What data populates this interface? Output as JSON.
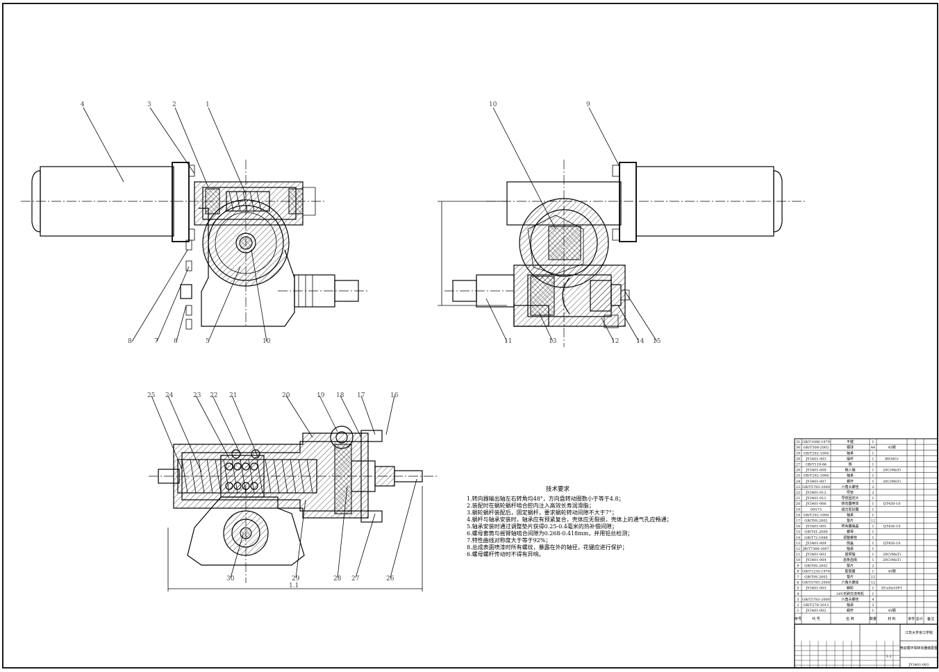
{
  "drawing": {
    "tech_title": "技术要求",
    "tech_lines": [
      "1.转向器输出轴左右转角均48°，方向盘转动圈数小于等于4.8；",
      "2.装配时在蜗轮蜗杆啮合腔内注入高效长寿润滑脂；",
      "3.蜗轮蜗杆装配后，固定蜗杆，要求蜗轮转动间隙不大于7°；",
      "4.蜗杆与轴承安装时，轴承应有预紧复合，壳体应无裂损，壳体上的通气孔应畅通；",
      "5.轴承安装时通过调整垫片获得0.25-0.4毫米的热补偿间隙；",
      "6.螺母套筒与摇臂轴啮合间隙为0.268-0.418mm，并用铅丝检测；",
      "7.特性曲线对称度大于等于92%；",
      "8.总成表面喷漆时所有螺纹，暴露在外的轴径，花键应进行保护；",
      "6.螺母螺杆传动时不得有异响。"
    ],
    "view1_labels": [
      "4",
      "3",
      "2",
      "1",
      "8",
      "7",
      "6",
      "5",
      "10"
    ],
    "view2_labels": [
      "10",
      "9",
      "11",
      "13",
      "12",
      "14",
      "15"
    ],
    "view3_top_labels": [
      "25",
      "24",
      "23",
      "22",
      "21",
      "20",
      "19",
      "18",
      "17",
      "16"
    ],
    "view3_bottom_labels": [
      "30",
      "29",
      "28",
      "27",
      "26"
    ],
    "dim_bottom": "1.1",
    "bom": [
      {
        "no": "31",
        "code": "GB/T1096-1979",
        "name": "平键",
        "qty": "1",
        "mat": ""
      },
      {
        "no": "30",
        "code": "GB/T308-2002",
        "name": "钢球",
        "qty": "44",
        "mat": "45钢"
      },
      {
        "no": "29",
        "code": "GB/T292-1994",
        "name": "轴承",
        "qty": "1",
        "mat": ""
      },
      {
        "no": "28",
        "code": "JY3401-003",
        "name": "摇杆",
        "qty": "1",
        "mat": "B936Cr"
      },
      {
        "no": "27",
        "code": "GB/T119-86",
        "name": "销",
        "qty": "1",
        "mat": ""
      },
      {
        "no": "26",
        "code": "JY3401-008",
        "name": "输入轴",
        "qty": "1",
        "mat": "20CrMnTi"
      },
      {
        "no": "25",
        "code": "GB/T292-1994",
        "name": "轴承",
        "qty": "1",
        "mat": ""
      },
      {
        "no": "24",
        "code": "JY3401-007",
        "name": "螺杆",
        "qty": "1",
        "mat": "20CrMnTi"
      },
      {
        "no": "23",
        "code": "GB/T5783-2000",
        "name": "六角头螺栓",
        "qty": "2",
        "mat": ""
      },
      {
        "no": "22",
        "code": "JY3401-012",
        "name": "导管",
        "qty": "2",
        "mat": ""
      },
      {
        "no": "21",
        "code": "JY3401-011",
        "name": "导管固定片",
        "qty": "1",
        "mat": ""
      },
      {
        "no": "20",
        "code": "JY3401-006",
        "name": "转向器壳体",
        "qty": "1",
        "mat": "QT450-10"
      },
      {
        "no": "19",
        "code": "00573",
        "name": "组合密封圈",
        "qty": "1",
        "mat": ""
      },
      {
        "no": "18",
        "code": "GB/T292-1994",
        "name": "轴承",
        "qty": "1",
        "mat": ""
      },
      {
        "no": "17",
        "code": "GB/T95-2002",
        "name": "垫片",
        "qty": "12",
        "mat": ""
      },
      {
        "no": "16",
        "code": "JY3401-005",
        "name": "转向器端盖",
        "qty": "1",
        "mat": "QT450-10"
      },
      {
        "no": "15",
        "code": "GB/T41-2000",
        "name": "螺母",
        "qty": "1",
        "mat": ""
      },
      {
        "no": "14",
        "code": "GB/T72-1988",
        "name": "调整螺栓",
        "qty": "1",
        "mat": ""
      },
      {
        "no": "13",
        "code": "JY3401-009",
        "name": "侧盖",
        "qty": "1",
        "mat": "QT450-10"
      },
      {
        "no": "12",
        "code": "JB/T7388-2007",
        "name": "轴承",
        "qty": "1",
        "mat": ""
      },
      {
        "no": "11",
        "code": "JY3401-002",
        "name": "摇臂轴",
        "qty": "1",
        "mat": "20CrMnTi"
      },
      {
        "no": "10",
        "code": "JY3401-004",
        "name": "齿条齿扇",
        "qty": "1",
        "mat": "20CrMnTi"
      },
      {
        "no": "9",
        "code": "GB/T95-2002",
        "name": "垫片",
        "qty": "2",
        "mat": ""
      },
      {
        "no": "8",
        "code": "GB/T1235-1976",
        "name": "胶垫圈",
        "qty": "1",
        "mat": "45钢"
      },
      {
        "no": "7",
        "code": "GB/T95-2002",
        "name": "垫片",
        "qty": "12",
        "mat": ""
      },
      {
        "no": "6",
        "code": "GB/T5783-2000",
        "name": "六角头螺栓",
        "qty": "12",
        "mat": ""
      },
      {
        "no": "5",
        "code": "JY3401-003",
        "name": "蜗轮",
        "qty": "1",
        "mat": "ZCuSn10P1"
      },
      {
        "no": "4",
        "code": "",
        "name": "24V无刷交流电机",
        "qty": "1",
        "mat": ""
      },
      {
        "no": "3",
        "code": "GB/T5783-2000",
        "name": "六角头螺栓",
        "qty": "4",
        "mat": ""
      },
      {
        "no": "2",
        "code": "GB/T276-2013",
        "name": "轴承",
        "qty": "2",
        "mat": ""
      },
      {
        "no": "1",
        "code": "JY3401-002",
        "name": "蜗杆",
        "qty": "1",
        "mat": "45钢"
      }
    ],
    "bom_header": {
      "no": "序号",
      "code": "代 号",
      "name": "名 称",
      "qty": "数量",
      "mat": "材 料",
      "weight": "单件 总计",
      "note": "备注"
    },
    "title_block": {
      "school": "江苏大学京江学院",
      "title": "电动循环球转向器装配图",
      "scale": "1:1",
      "drawing_no": "JY3401-001"
    }
  }
}
